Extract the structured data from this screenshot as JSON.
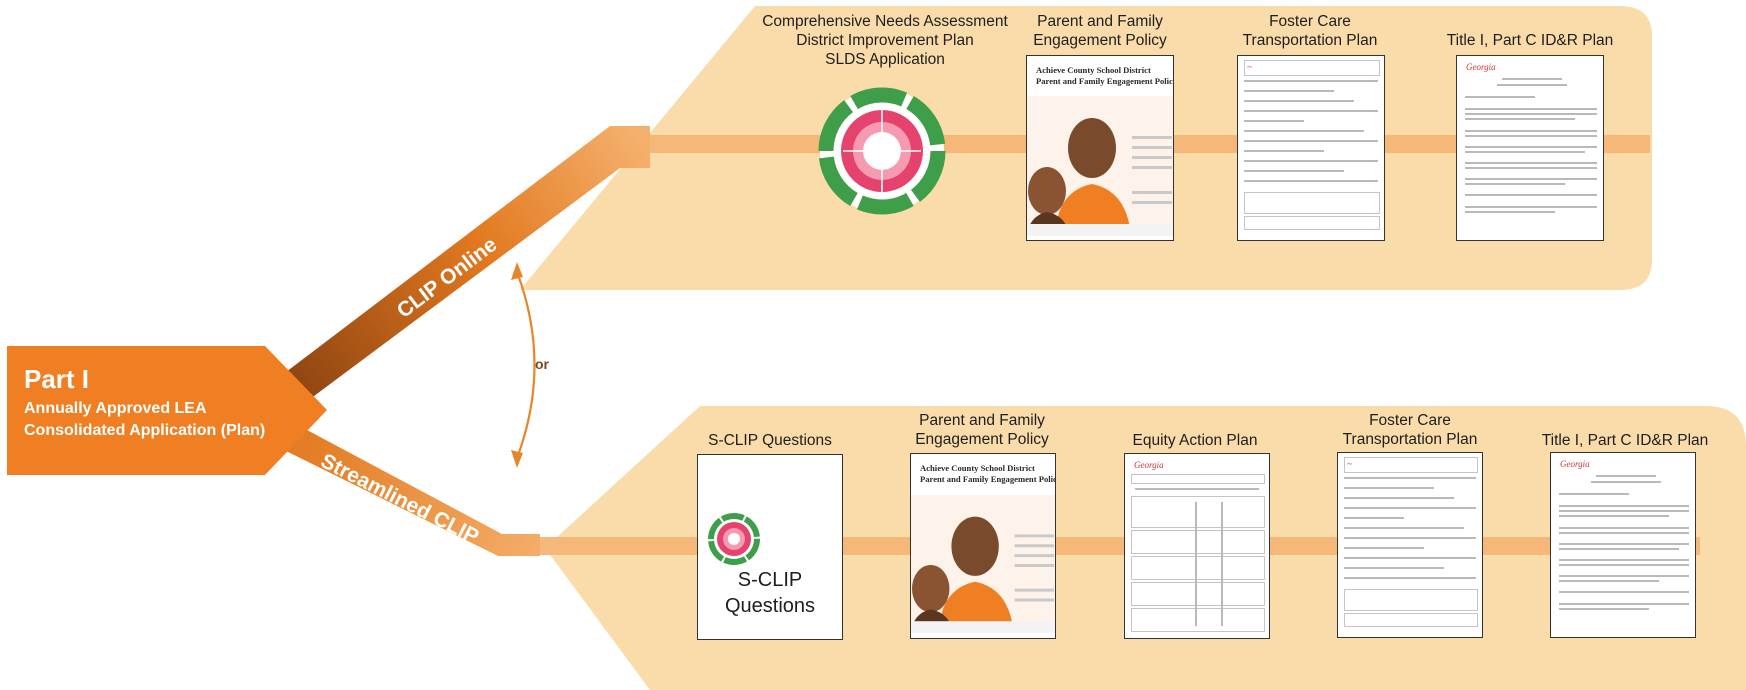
{
  "part1": {
    "title": "Part I",
    "subtitle_line1": "Annually Approved LEA",
    "subtitle_line2": "Consolidated Application (Plan)"
  },
  "routes": {
    "online_label": "CLIP Online",
    "streamlined_label": "Streamlined CLIP",
    "or_label": "or"
  },
  "online_items": [
    {
      "label_lines": [
        "Comprehensive Needs Assessment",
        "District Improvement Plan",
        "SLDS Application"
      ],
      "visual": "cycle-graphic"
    },
    {
      "label_lines": [
        "Parent and Family",
        "Engagement Policy"
      ],
      "visual": "policy-cover"
    },
    {
      "label_lines": [
        "Foster Care",
        "Transportation Plan"
      ],
      "visual": "form-document"
    },
    {
      "label_lines": [
        "Title I, Part C ID&R Plan"
      ],
      "visual": "letter-document"
    }
  ],
  "streamlined_items": [
    {
      "label_lines": [
        "S-CLIP Questions"
      ],
      "visual": "sclip-card"
    },
    {
      "label_lines": [
        "Parent and Family",
        "Engagement Policy"
      ],
      "visual": "policy-cover"
    },
    {
      "label_lines": [
        "Equity Action Plan"
      ],
      "visual": "table-document"
    },
    {
      "label_lines": [
        "Foster Care",
        "Transportation Plan"
      ],
      "visual": "form-document"
    },
    {
      "label_lines": [
        "Title I, Part C ID&R Plan"
      ],
      "visual": "letter-document"
    }
  ],
  "sclip_card_text": [
    "S-CLIP",
    "Questions"
  ],
  "policy_cover": {
    "header_line1": "Achieve County School District",
    "header_line2": "Parent and Family Engagement Policy"
  },
  "colors": {
    "panel": "#f9dcaa",
    "line": "#f6b878",
    "part1": "#ef7f22",
    "branch_dark": "#a85318",
    "branch_light": "#f5b06d",
    "arrow": "#e8842a",
    "cycle_green": "#3f9e4a",
    "cycle_pink": "#e5436e"
  }
}
